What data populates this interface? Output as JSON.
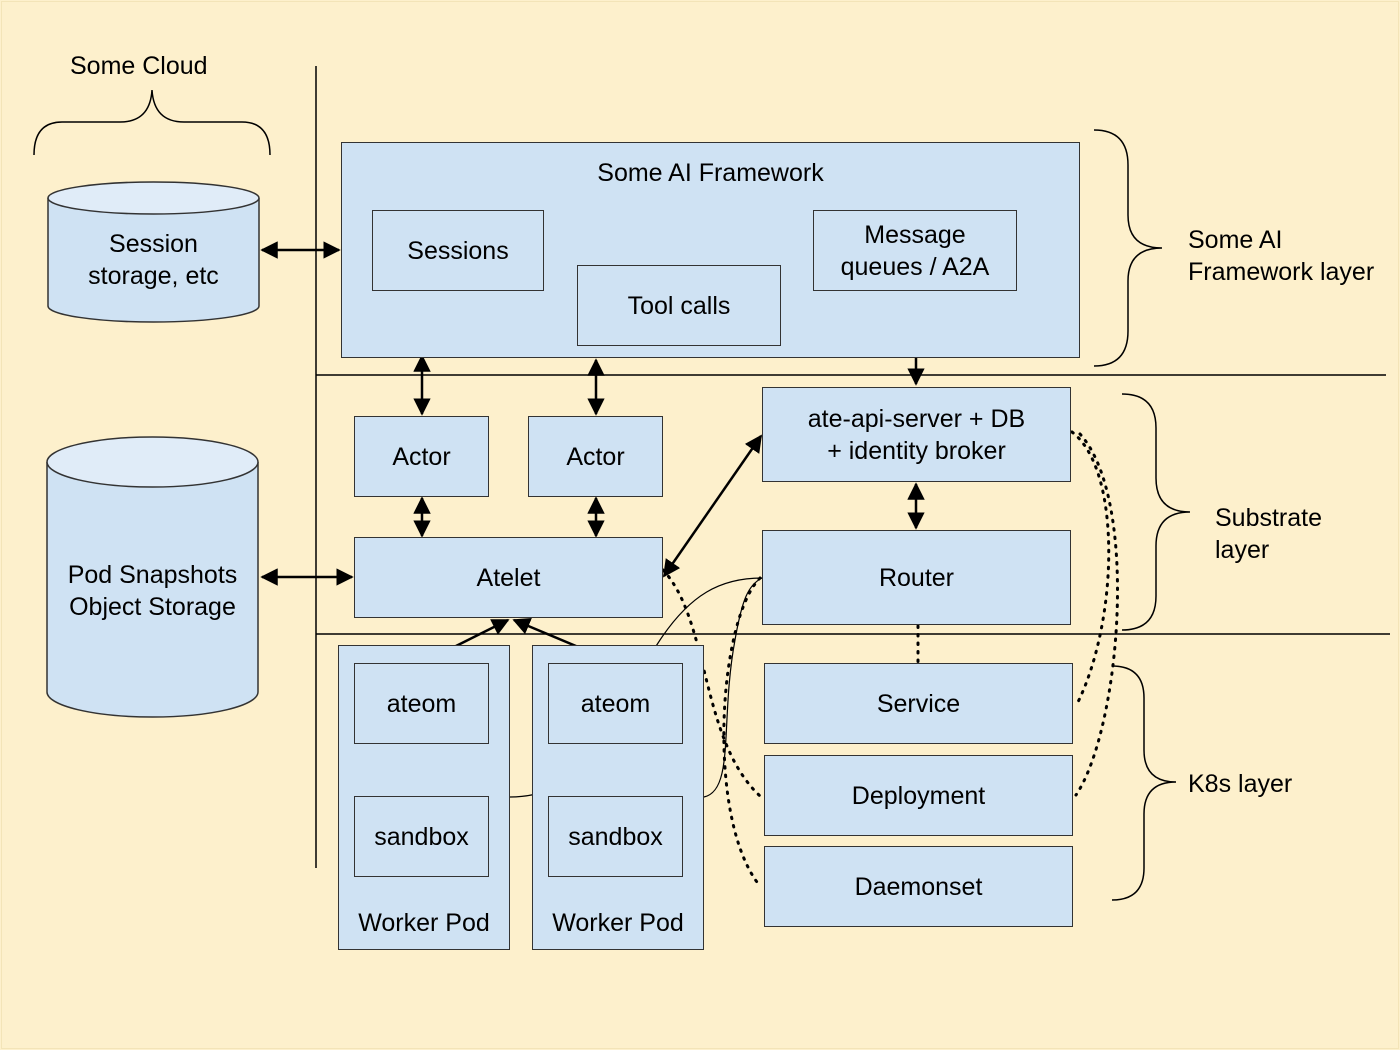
{
  "cloud": {
    "label": "Some Cloud"
  },
  "storage": {
    "session": "Session\nstorage, etc",
    "snapshots": "Pod Snapshots\nObject Storage"
  },
  "framework": {
    "title": "Some AI Framework",
    "sessions": "Sessions",
    "tool_calls": "Tool calls",
    "message_queues": "Message\nqueues / A2A"
  },
  "substrate": {
    "actor_1": "Actor",
    "actor_2": "Actor",
    "atelet": "Atelet",
    "api_server": "ate-api-server + DB\n+ identity broker",
    "router": "Router"
  },
  "workers": {
    "ateom_1": "ateom",
    "sandbox_1": "sandbox",
    "pod_1": "Worker Pod",
    "ateom_2": "ateom",
    "sandbox_2": "sandbox",
    "pod_2": "Worker Pod"
  },
  "k8s": {
    "service": "Service",
    "deployment": "Deployment",
    "daemonset": "Daemonset"
  },
  "layers": {
    "framework_layer": "Some AI\nFramework layer",
    "substrate_layer": "Substrate\nlayer",
    "k8s_layer": "K8s layer"
  }
}
